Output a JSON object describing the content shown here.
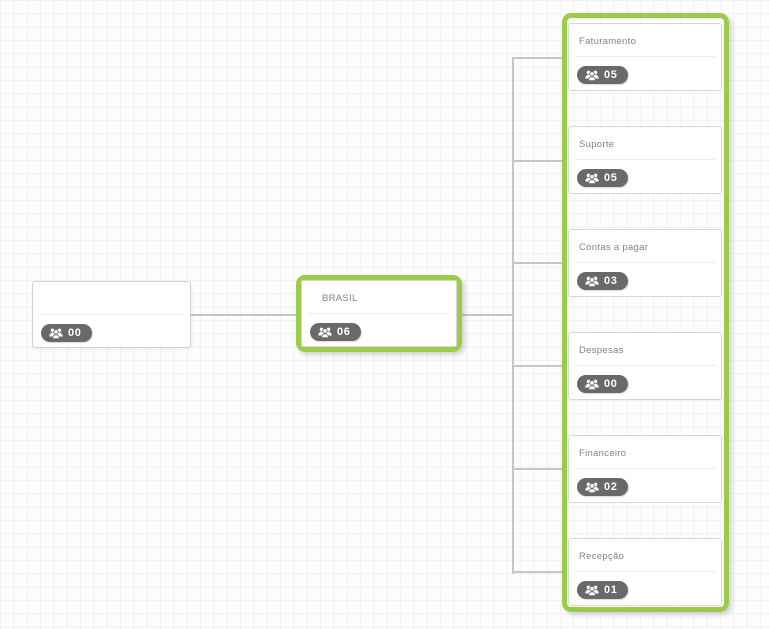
{
  "diagram": {
    "type": "org-chart",
    "root": {
      "title": "",
      "member_count": "00"
    },
    "parent": {
      "title": "BRASIL",
      "member_count": "06",
      "selected": true
    },
    "children": [
      {
        "title": "Faturamento",
        "member_count": "05"
      },
      {
        "title": "Suporte",
        "member_count": "05"
      },
      {
        "title": "Contas a pagar",
        "member_count": "03"
      },
      {
        "title": "Despesas",
        "member_count": "00"
      },
      {
        "title": "Financeiro",
        "member_count": "02"
      },
      {
        "title": "Recepção",
        "member_count": "01"
      }
    ]
  },
  "icons": {
    "badge_icon": "users-icon"
  },
  "colors": {
    "selection_border": "#9ccb49",
    "badge_background": "#696969",
    "badge_text": "#ffffff",
    "connector": "#c6c6c6",
    "node_title_text": "#82828a",
    "canvas_grid_line": "#f1f1f5"
  }
}
